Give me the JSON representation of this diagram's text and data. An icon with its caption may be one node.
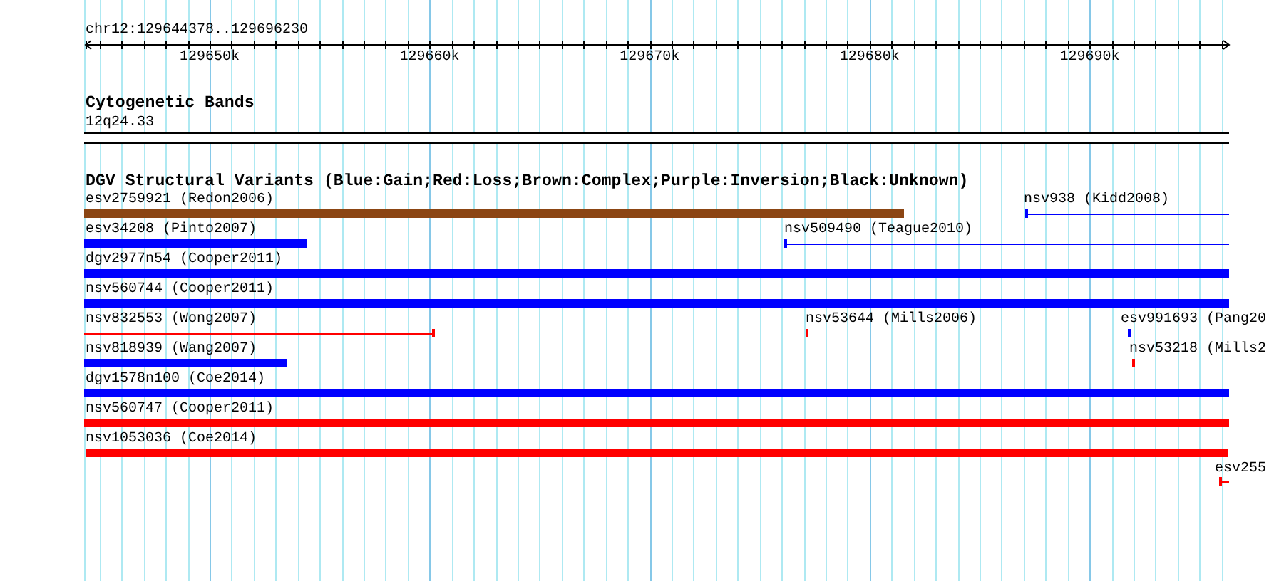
{
  "diagram": {
    "labels": [
      "chr12:129644378..129696230",
      "129650k",
      "129660k",
      "129670k",
      "129680k",
      "129690k",
      "Cytogenetic Bands",
      "12q24.33",
      "DGV Structural Variants (Blue:Gain;Red:Loss;Brown:Complex;Purple:Inversion;Black:Unknown)",
      "esv2759921 (Redon2006)",
      "nsv938 (Kidd2008)",
      "esv34208 (Pinto2007)",
      "nsv509490 (Teague2010)",
      "dgv2977n54 (Cooper2011)",
      "nsv560744 (Cooper2011)",
      "nsv832553 (Wong2007)",
      "nsv53644 (Mills2006)",
      "esv991693 (Pang20",
      "nsv818939 (Wang2007)",
      "nsv53218 (Mills2",
      "dgv1578n100 (Coe2014)",
      "nsv560747 (Cooper2011)",
      "nsv1053036 (Coe2014)",
      "esv255"
    ]
  }
}
